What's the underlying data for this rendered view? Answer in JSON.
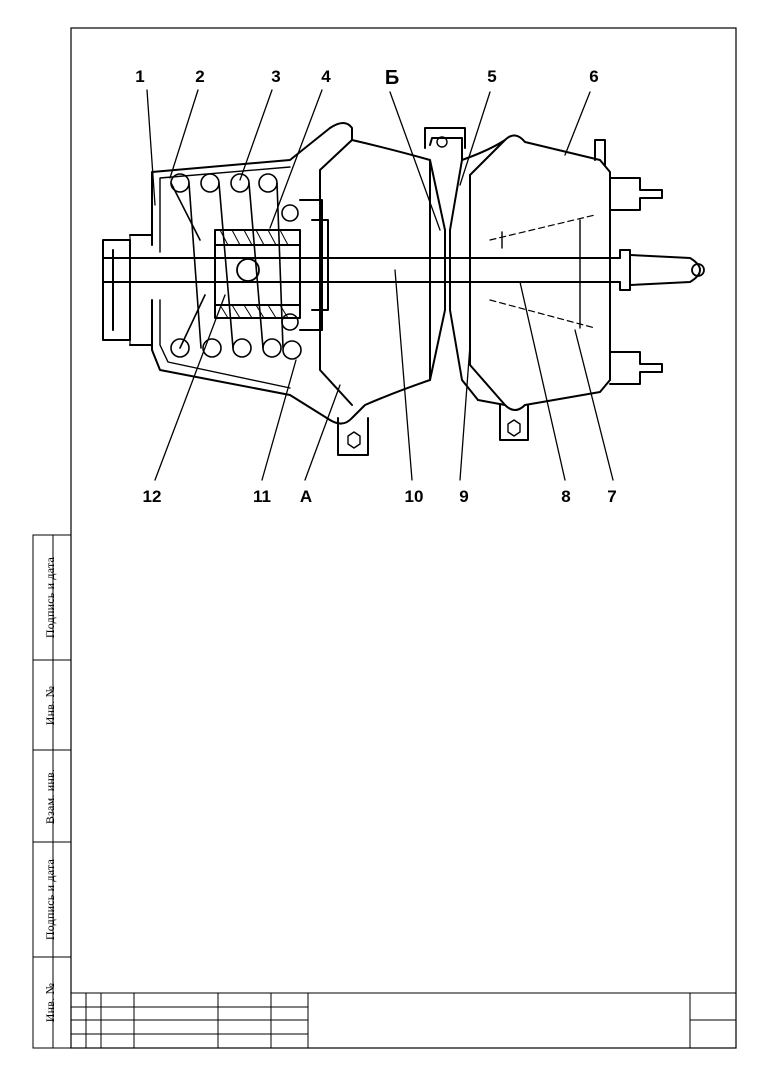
{
  "diagram": {
    "callouts": [
      "1",
      "2",
      "3",
      "4",
      "Б",
      "5",
      "6",
      "12",
      "11",
      "А",
      "10",
      "9",
      "8",
      "7"
    ]
  },
  "side_stamp": {
    "fields": [
      "Подпись и дата",
      "Инв. №",
      "Взам. инв.",
      "Подпись и дата",
      "Инв. №"
    ]
  },
  "colors": {
    "ink": "#000000",
    "paper": "#ffffff"
  }
}
